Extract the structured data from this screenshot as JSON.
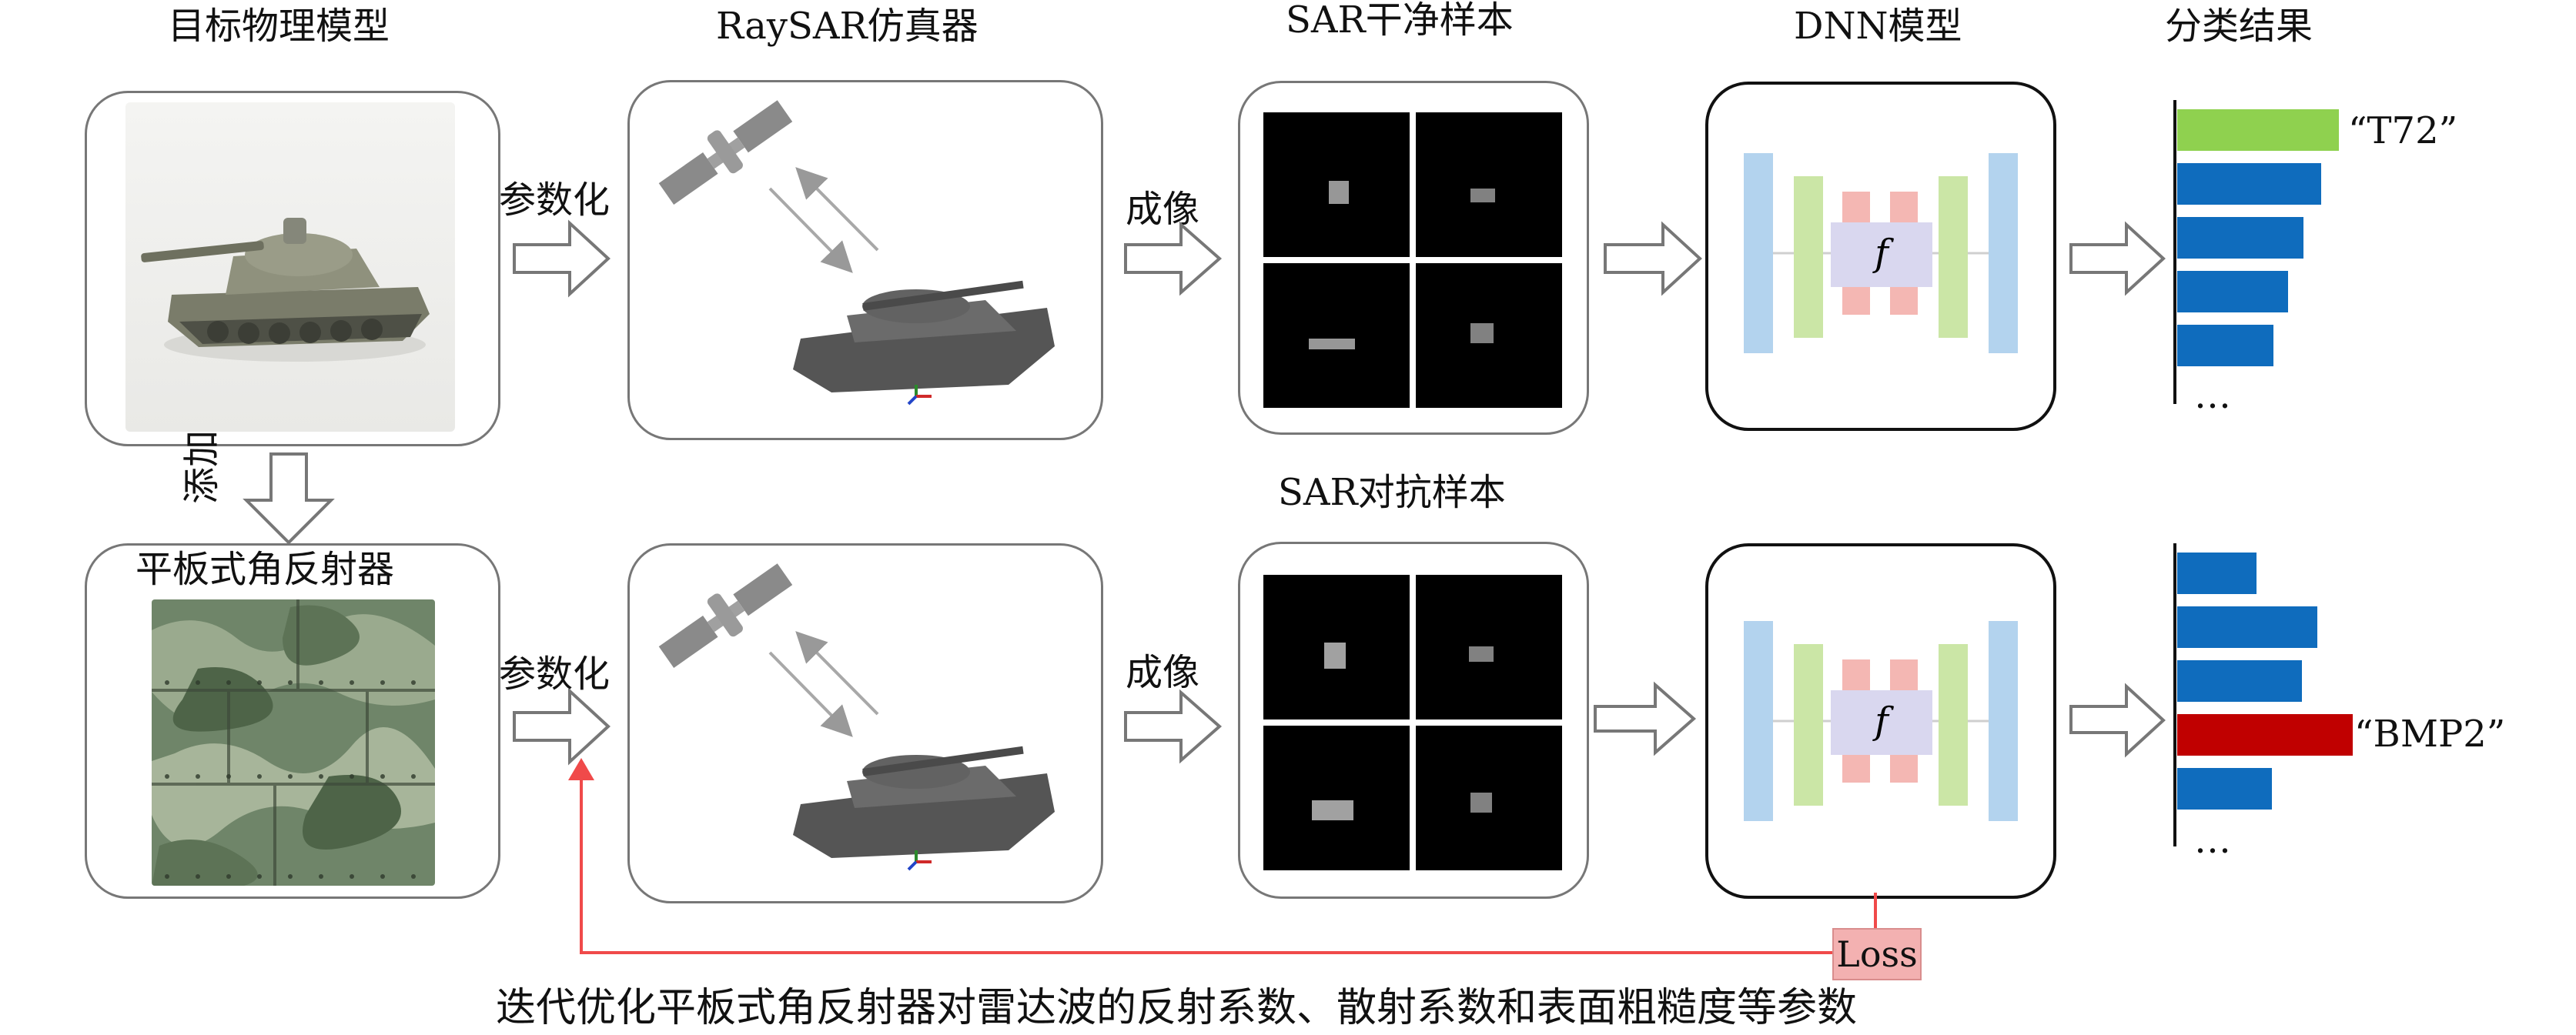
{
  "headers": {
    "target_model": "目标物理模型",
    "simulator": "RaySAR仿真器",
    "clean_samples": "SAR干净样本",
    "dnn_model": "DNN模型",
    "classification": "分类结果"
  },
  "side_labels": {
    "parameterize_top": "参数化",
    "parameterize_bottom": "参数化",
    "imaging_top": "成像",
    "imaging_bottom": "成像",
    "add": "添加",
    "reflector": "平板式角反射器",
    "adversarial_samples": "SAR对抗样本"
  },
  "dnn": {
    "function_symbol": "f"
  },
  "results_top": {
    "label": "“T72”",
    "ellipsis": "…",
    "bars": [
      {
        "value": 0.92,
        "color": "#8fd14f"
      },
      {
        "value": 0.82,
        "color": "#0f6cbd"
      },
      {
        "value": 0.72,
        "color": "#0f6cbd"
      },
      {
        "value": 0.63,
        "color": "#0f6cbd"
      },
      {
        "value": 0.55,
        "color": "#0f6cbd"
      }
    ]
  },
  "results_bottom": {
    "label": "“BMP2”",
    "ellipsis": "…",
    "bars": [
      {
        "value": 0.45,
        "color": "#0f6cbd"
      },
      {
        "value": 0.8,
        "color": "#0f6cbd"
      },
      {
        "value": 0.71,
        "color": "#0f6cbd"
      },
      {
        "value": 1.0,
        "color": "#c00000"
      },
      {
        "value": 0.54,
        "color": "#0f6cbd"
      }
    ]
  },
  "loss": {
    "label": "Loss"
  },
  "caption": "迭代优化平板式角反射器对雷达波的反射系数、散射系数和表面粗糙度等参数",
  "colors": {
    "feedback": "#f04a4a",
    "arrow_outline": "#777777",
    "dnn_outer": "#b3d3ee",
    "dnn_mid": "#cbe6a6",
    "dnn_inner": "#f4b7b3",
    "dnn_core": "#d9d7ef"
  }
}
